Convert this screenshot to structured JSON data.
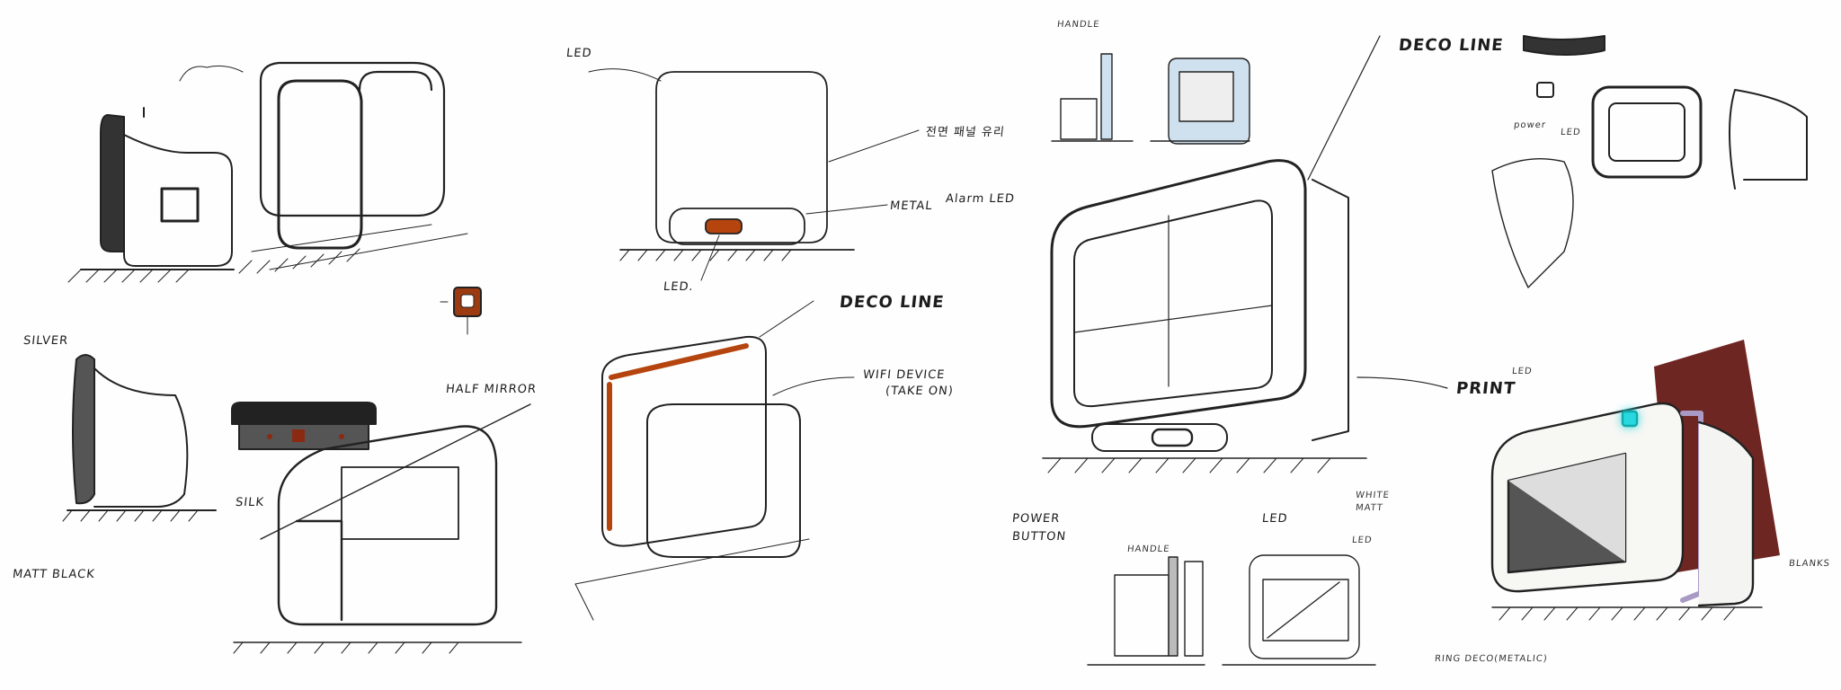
{
  "title": "Product design sketches",
  "annotations": {
    "silver": "SILVER",
    "matt_black": "MATT BLACK",
    "silk": "SILK",
    "half_mirror": "HALF MIRROR",
    "led_top": "LED",
    "front_panel": "전면 패널 유리",
    "metal": "METAL",
    "alarm_led": "Alarm LED",
    "led_base": "LED.",
    "deco_line_1": "DECO LINE",
    "wifi_device": "WIFI DEVICE",
    "wifi_take_on": "(TAKE ON)",
    "handle_top": "HANDLE",
    "deco_line_2": "DECO LINE",
    "print": "PRINT",
    "power_button_1": "POWER",
    "power_button_2": "BUTTON",
    "led_bottom": "LED",
    "handle_bottom": "HANDLE",
    "led_small": "LED",
    "white_matt_1": "WHITE",
    "white_matt_2": "MATT",
    "led_glow": "LED",
    "power": "power",
    "led_power": "LED",
    "blanks": "BLANKS",
    "ring_deco": "RING DECO(METALIC)"
  },
  "colors": {
    "ink": "#1c1c1c",
    "copper": "#b5440f",
    "led_cyan": "#27d8e0",
    "backdrop": "#6e2622",
    "accent_lavender": "#a89ac4",
    "light_blue": "#cfe0ee"
  }
}
